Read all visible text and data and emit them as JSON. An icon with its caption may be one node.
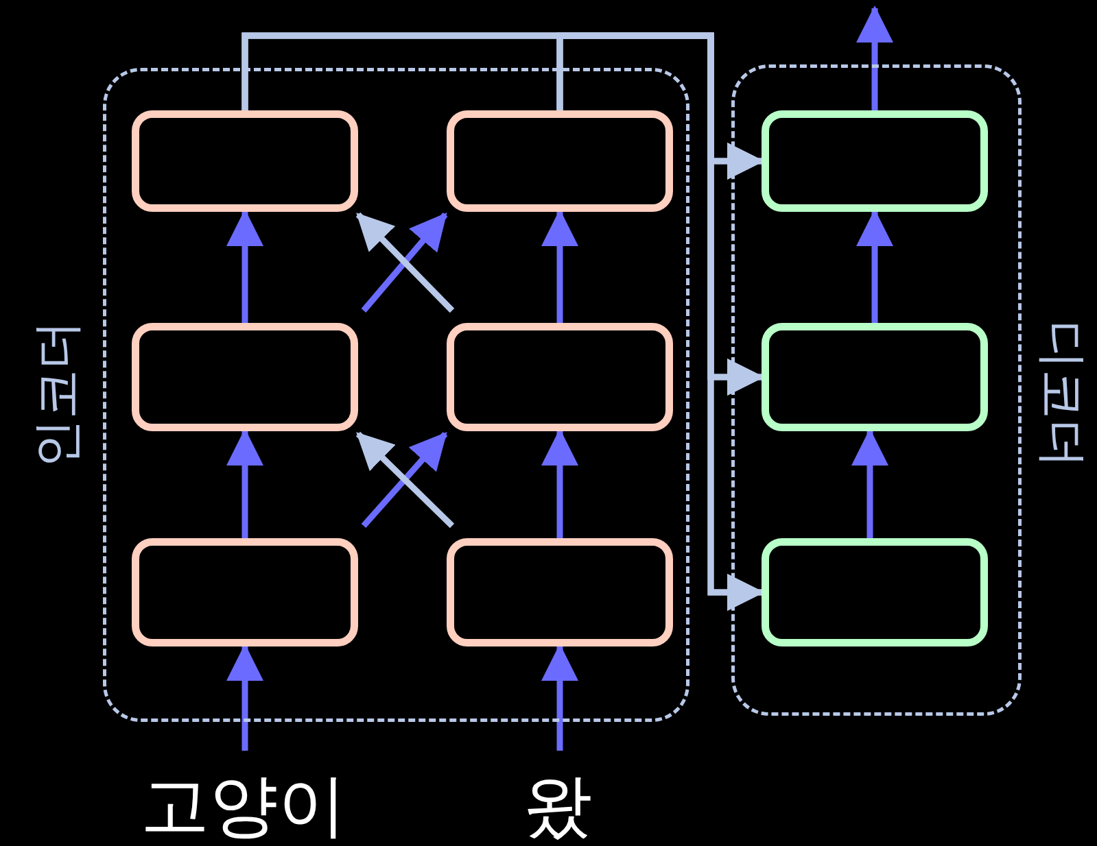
{
  "diagram": {
    "nodes": [
      {
        "text": [
          "인코더"
        ]
      },
      {
        "text": [],
        "shape": "box",
        "in": 0
      },
      {
        "text": [],
        "shape": "box",
        "in": 0
      },
      {
        "text": [],
        "shape": "box",
        "in": 0
      },
      {
        "text": [],
        "shape": "box",
        "in": 0
      },
      {
        "text": [],
        "shape": "box",
        "in": 0
      },
      {
        "text": [],
        "shape": "box",
        "in": 0
      },
      {
        "text": [
          "디코더"
        ]
      },
      {
        "text": [],
        "shape": "box",
        "in": 7
      },
      {
        "text": [],
        "shape": "box",
        "in": 7
      },
      {
        "text": [],
        "shape": "box",
        "in": 7
      },
      {
        "text": [
          "고양이"
        ]
      },
      {
        "text": [
          "왔"
        ]
      }
    ],
    "edges": [
      {
        "from": 11,
        "to": 5,
        "arrow": "to"
      },
      {
        "from": 12,
        "to": 6,
        "arrow": "to"
      },
      {
        "from": 5,
        "to": 3,
        "arrow": "to"
      },
      {
        "from": 6,
        "to": 4,
        "arrow": "to"
      },
      {
        "from": 5,
        "to": 4,
        "arrow": "to"
      },
      {
        "from": 6,
        "to": 3,
        "arrow": "to",
        "color": "#b8c8e8"
      },
      {
        "from": 3,
        "to": 1,
        "arrow": "to"
      },
      {
        "from": 4,
        "to": 2,
        "arrow": "to"
      },
      {
        "from": 3,
        "to": 2,
        "arrow": "to"
      },
      {
        "from": 4,
        "to": 1,
        "arrow": "to",
        "color": "#b8c8e8"
      },
      {
        "from": 1,
        "to": 8,
        "arrow": "to",
        "color": "#b8c8e8"
      },
      {
        "from": 1,
        "to": 9,
        "arrow": "to",
        "color": "#b8c8e8"
      },
      {
        "from": 1,
        "to": 10,
        "arrow": "to",
        "color": "#b8c8e8"
      },
      {
        "from": 2,
        "to": 8,
        "arrow": "to",
        "color": "#b8c8e8"
      },
      {
        "from": 2,
        "to": 9,
        "arrow": "to",
        "color": "#b8c8e8"
      },
      {
        "from": 2,
        "to": 10,
        "arrow": "to",
        "color": "#b8c8e8"
      },
      {
        "from": 10,
        "to": 9,
        "arrow": "to"
      },
      {
        "from": 9,
        "to": 8,
        "arrow": "to"
      },
      {
        "from": 8,
        "to": null,
        "arrow": "to"
      }
    ]
  }
}
